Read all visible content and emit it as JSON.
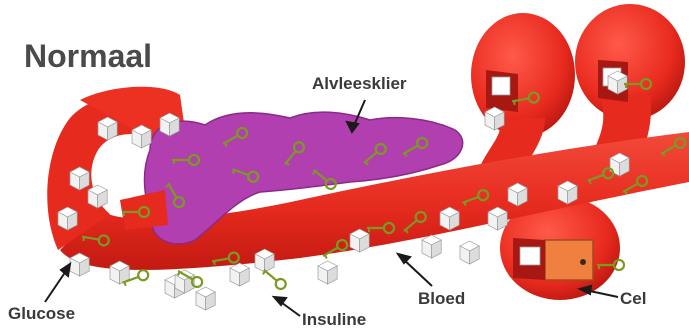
{
  "title": "Normaal",
  "labels": {
    "pancreas": "Alvleesklier",
    "glucose": "Glucose",
    "insulin": "Insuline",
    "blood": "Bloed",
    "cell": "Cel"
  },
  "colors": {
    "vessel": "#ee2a20",
    "vessel_dark": "#c01810",
    "pancreas": "#b23fb0",
    "insulin_key": "#7a9a22",
    "glucose_cube": "#ffffff",
    "cell_door": "#f08040",
    "text": "#3a3a3a"
  },
  "icons": [
    "sugar-cube-icon",
    "insulin-key-icon",
    "cell-door-icon",
    "arrow-icon"
  ]
}
